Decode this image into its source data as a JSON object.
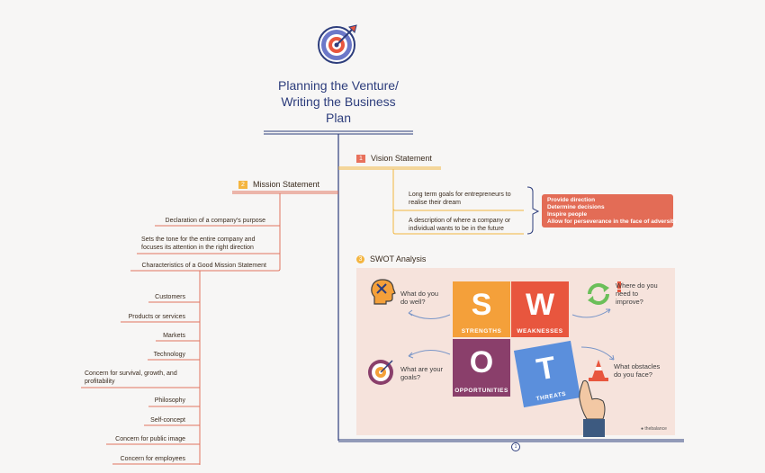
{
  "central": {
    "title_lines": [
      "Planning the Venture/",
      "Writing the Business",
      "Plan"
    ],
    "icon": "target-icon"
  },
  "vision": {
    "number": "1",
    "label": "Vision Statement",
    "items": [
      "Long term goals for entrepreneurs to realise their dream",
      "A description of where a company or individual wants to be in the future"
    ],
    "callout": [
      "Provide direction",
      "Determine decisions",
      "Inspire people",
      "Allow for perseverance in the face of adversity"
    ]
  },
  "mission": {
    "number": "2",
    "label": "Mission Statement",
    "items": [
      "Declaration of a company's purpose",
      "Sets the tone for the entire company and focuses its attention in the right direction",
      "Characteristics of a Good Mission Statement"
    ],
    "characteristics": [
      "Customers",
      "Products or services",
      "Markets",
      "Technology",
      "Concern for survival, growth, and profitability",
      "Philosophy",
      "Self-concept",
      "Concern for public image",
      "Concern for employees"
    ]
  },
  "swot": {
    "number": "3",
    "label": "SWOT Analysis",
    "tiles": [
      {
        "letter": "S",
        "word": "STRENGTHS",
        "color": "#f4a03a"
      },
      {
        "letter": "W",
        "word": "WEAKNESSES",
        "color": "#e8563e"
      },
      {
        "letter": "O",
        "word": "OPPORTUNITIES",
        "color": "#8a3f6b"
      },
      {
        "letter": "T",
        "word": "THREATS",
        "color": "#5b8fdc"
      }
    ],
    "questions": [
      "What do you do well?",
      "Where do you need to improve?",
      "What are your goals?",
      "What obstacles do you face?"
    ],
    "brand": "thebalance"
  },
  "colors": {
    "spine": "#2d3d7c",
    "mission": "#e0745e",
    "vision": "#f2b73f"
  },
  "bottom_marker": "1"
}
